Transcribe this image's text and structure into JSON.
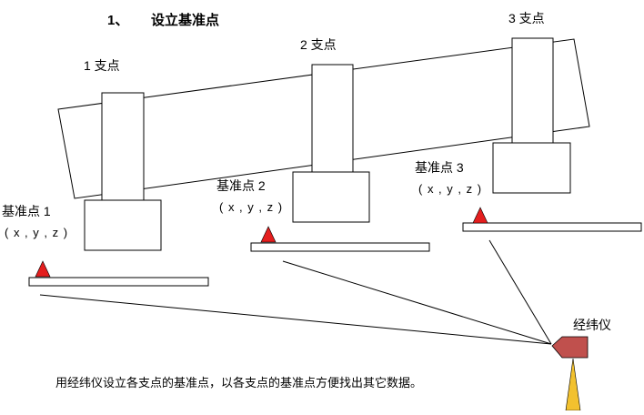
{
  "header": {
    "number": "1、",
    "title": "设立基准点"
  },
  "supports": [
    {
      "label": "1 支点"
    },
    {
      "label": "2 支点"
    },
    {
      "label": "3 支点"
    }
  ],
  "benchmarks": [
    {
      "label": "基准点 1",
      "coord": "( x , y , z )"
    },
    {
      "label": "基准点 2",
      "coord": "( x , y , z )"
    },
    {
      "label": "基准点 3",
      "coord": "( x , y , z )"
    }
  ],
  "instrument": {
    "label": "经纬仪"
  },
  "caption": "用经纬仪设立各支点的基准点，以各支点的基准点方便找出其它数据。",
  "colors": {
    "marker": "#e41e1e",
    "instrument_head": "#c0504d",
    "instrument_leg": "#f2c12e",
    "stroke": "#000000"
  }
}
